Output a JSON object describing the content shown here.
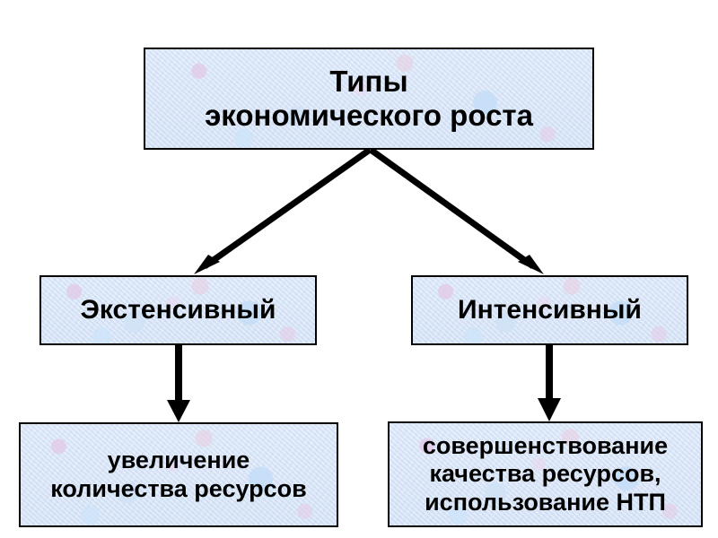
{
  "slide": {
    "title": "Типы экономического роста",
    "background_color": "#ffffff",
    "box_fill_color": "#d2e3f7",
    "box_border_color": "#000000",
    "text_color": "#000000",
    "connector_color": "#000000"
  },
  "nodes": {
    "root": {
      "name": "Типы экономического роста",
      "line1": "Типы",
      "line2": "экономического роста"
    },
    "extensive": {
      "label": "Экстенсивный"
    },
    "intensive": {
      "label": "Интенсивный"
    },
    "quantity": {
      "line1": "увеличение",
      "line2": "количества ресурсов"
    },
    "quality": {
      "line1": "совершенствование",
      "line2": "качества ресурсов,",
      "line3": "использование НТП"
    }
  },
  "connectors": [
    {
      "id": "root-to-extensive",
      "kind": "diagonal-arrow",
      "from": "root",
      "to": "extensive"
    },
    {
      "id": "root-to-intensive",
      "kind": "diagonal-arrow",
      "from": "root",
      "to": "intensive"
    },
    {
      "id": "extensive-to-quantity",
      "kind": "vertical-arrow",
      "from": "extensive",
      "to": "quantity"
    },
    {
      "id": "intensive-to-quality",
      "kind": "vertical-arrow",
      "from": "intensive",
      "to": "quality"
    }
  ]
}
